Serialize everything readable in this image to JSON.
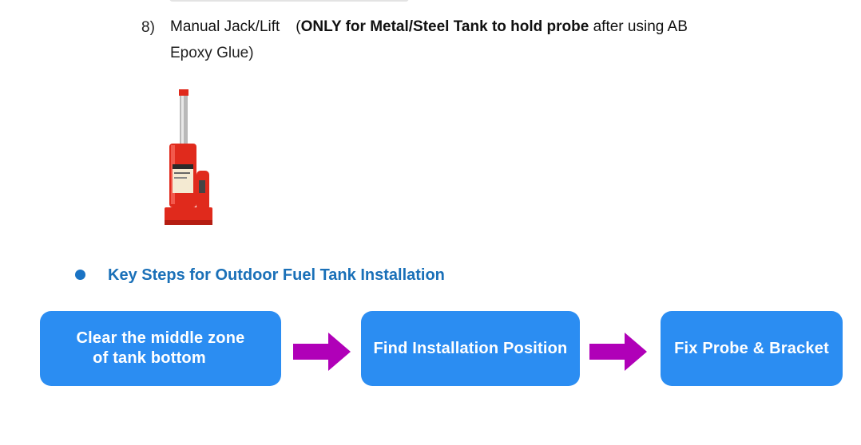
{
  "item": {
    "number": "8)",
    "name": "Manual Jack/Lift",
    "paren_open": "(",
    "emphasis": "ONLY for Metal/Steel Tank to hold probe",
    "rest_line1": " after using AB",
    "line2": "Epoxy Glue)"
  },
  "image": {
    "icon": "bottle-jack-icon",
    "body_color": "#e02a1c"
  },
  "section": {
    "heading": "Key Steps for Outdoor Fuel Tank Installation",
    "heading_color": "#1a70b8"
  },
  "steps": [
    {
      "line1": "Clear the middle zone",
      "line2": "of tank bottom"
    },
    {
      "label": "Find Installation Position"
    },
    {
      "label": "Fix Probe & Bracket"
    }
  ],
  "colors": {
    "step_box": "#2b8df2",
    "arrow": "#b000b8"
  }
}
